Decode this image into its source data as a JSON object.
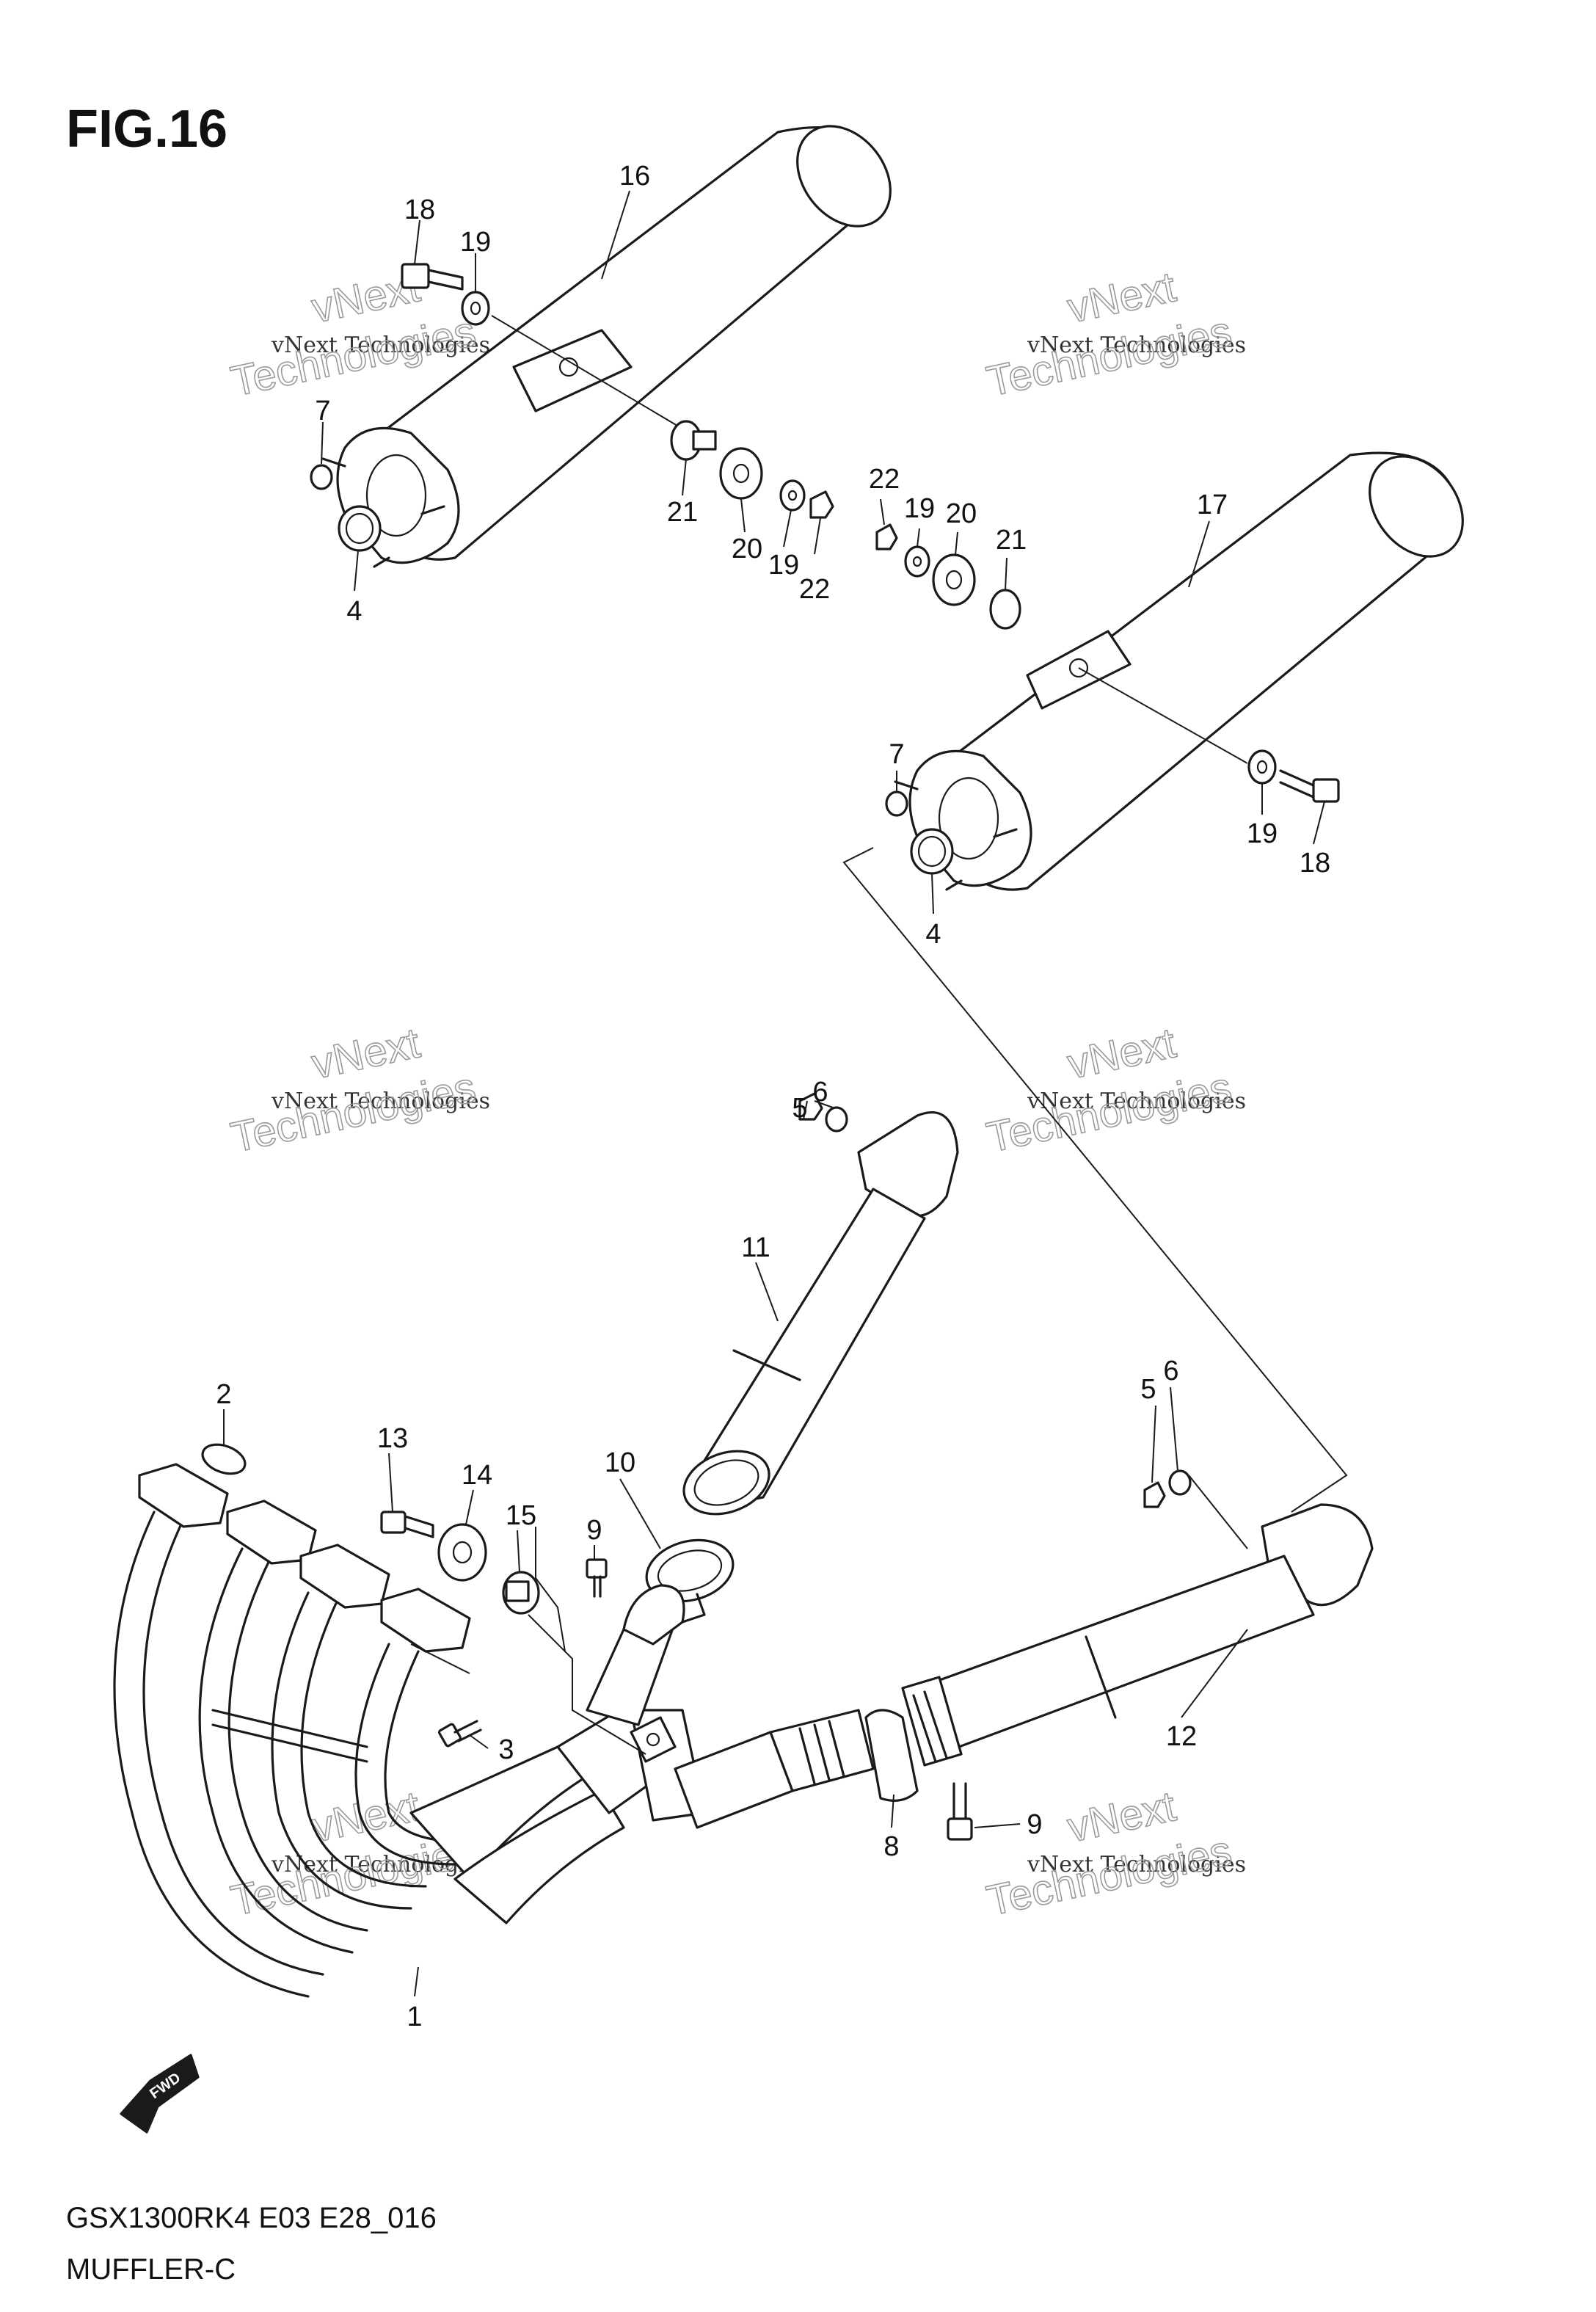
{
  "figure": {
    "title": "FIG.16",
    "model_code": "GSX1300RK4 E03 E28_016",
    "section_name": "MUFFLER-C"
  },
  "watermark": {
    "line1": "vNext Technologies",
    "line2": "vNext",
    "line3": "Technologies"
  },
  "fwd_label": "FWD",
  "callouts": {
    "c1": "1",
    "c2": "2",
    "c3": "3",
    "c4a": "4",
    "c4b": "4",
    "c5a": "5",
    "c5b": "5",
    "c6a": "6",
    "c6b": "6",
    "c7a": "7",
    "c7b": "7",
    "c8": "8",
    "c9a": "9",
    "c9b": "9",
    "c10": "10",
    "c11": "11",
    "c12": "12",
    "c13": "13",
    "c14": "14",
    "c15": "15",
    "c16": "16",
    "c17": "17",
    "c18a": "18",
    "c18b": "18",
    "c19a": "19",
    "c19b": "19",
    "c19c": "19",
    "c19d": "19",
    "c20a": "20",
    "c20b": "20",
    "c21a": "21",
    "c21b": "21",
    "c22a": "22",
    "c22b": "22"
  }
}
